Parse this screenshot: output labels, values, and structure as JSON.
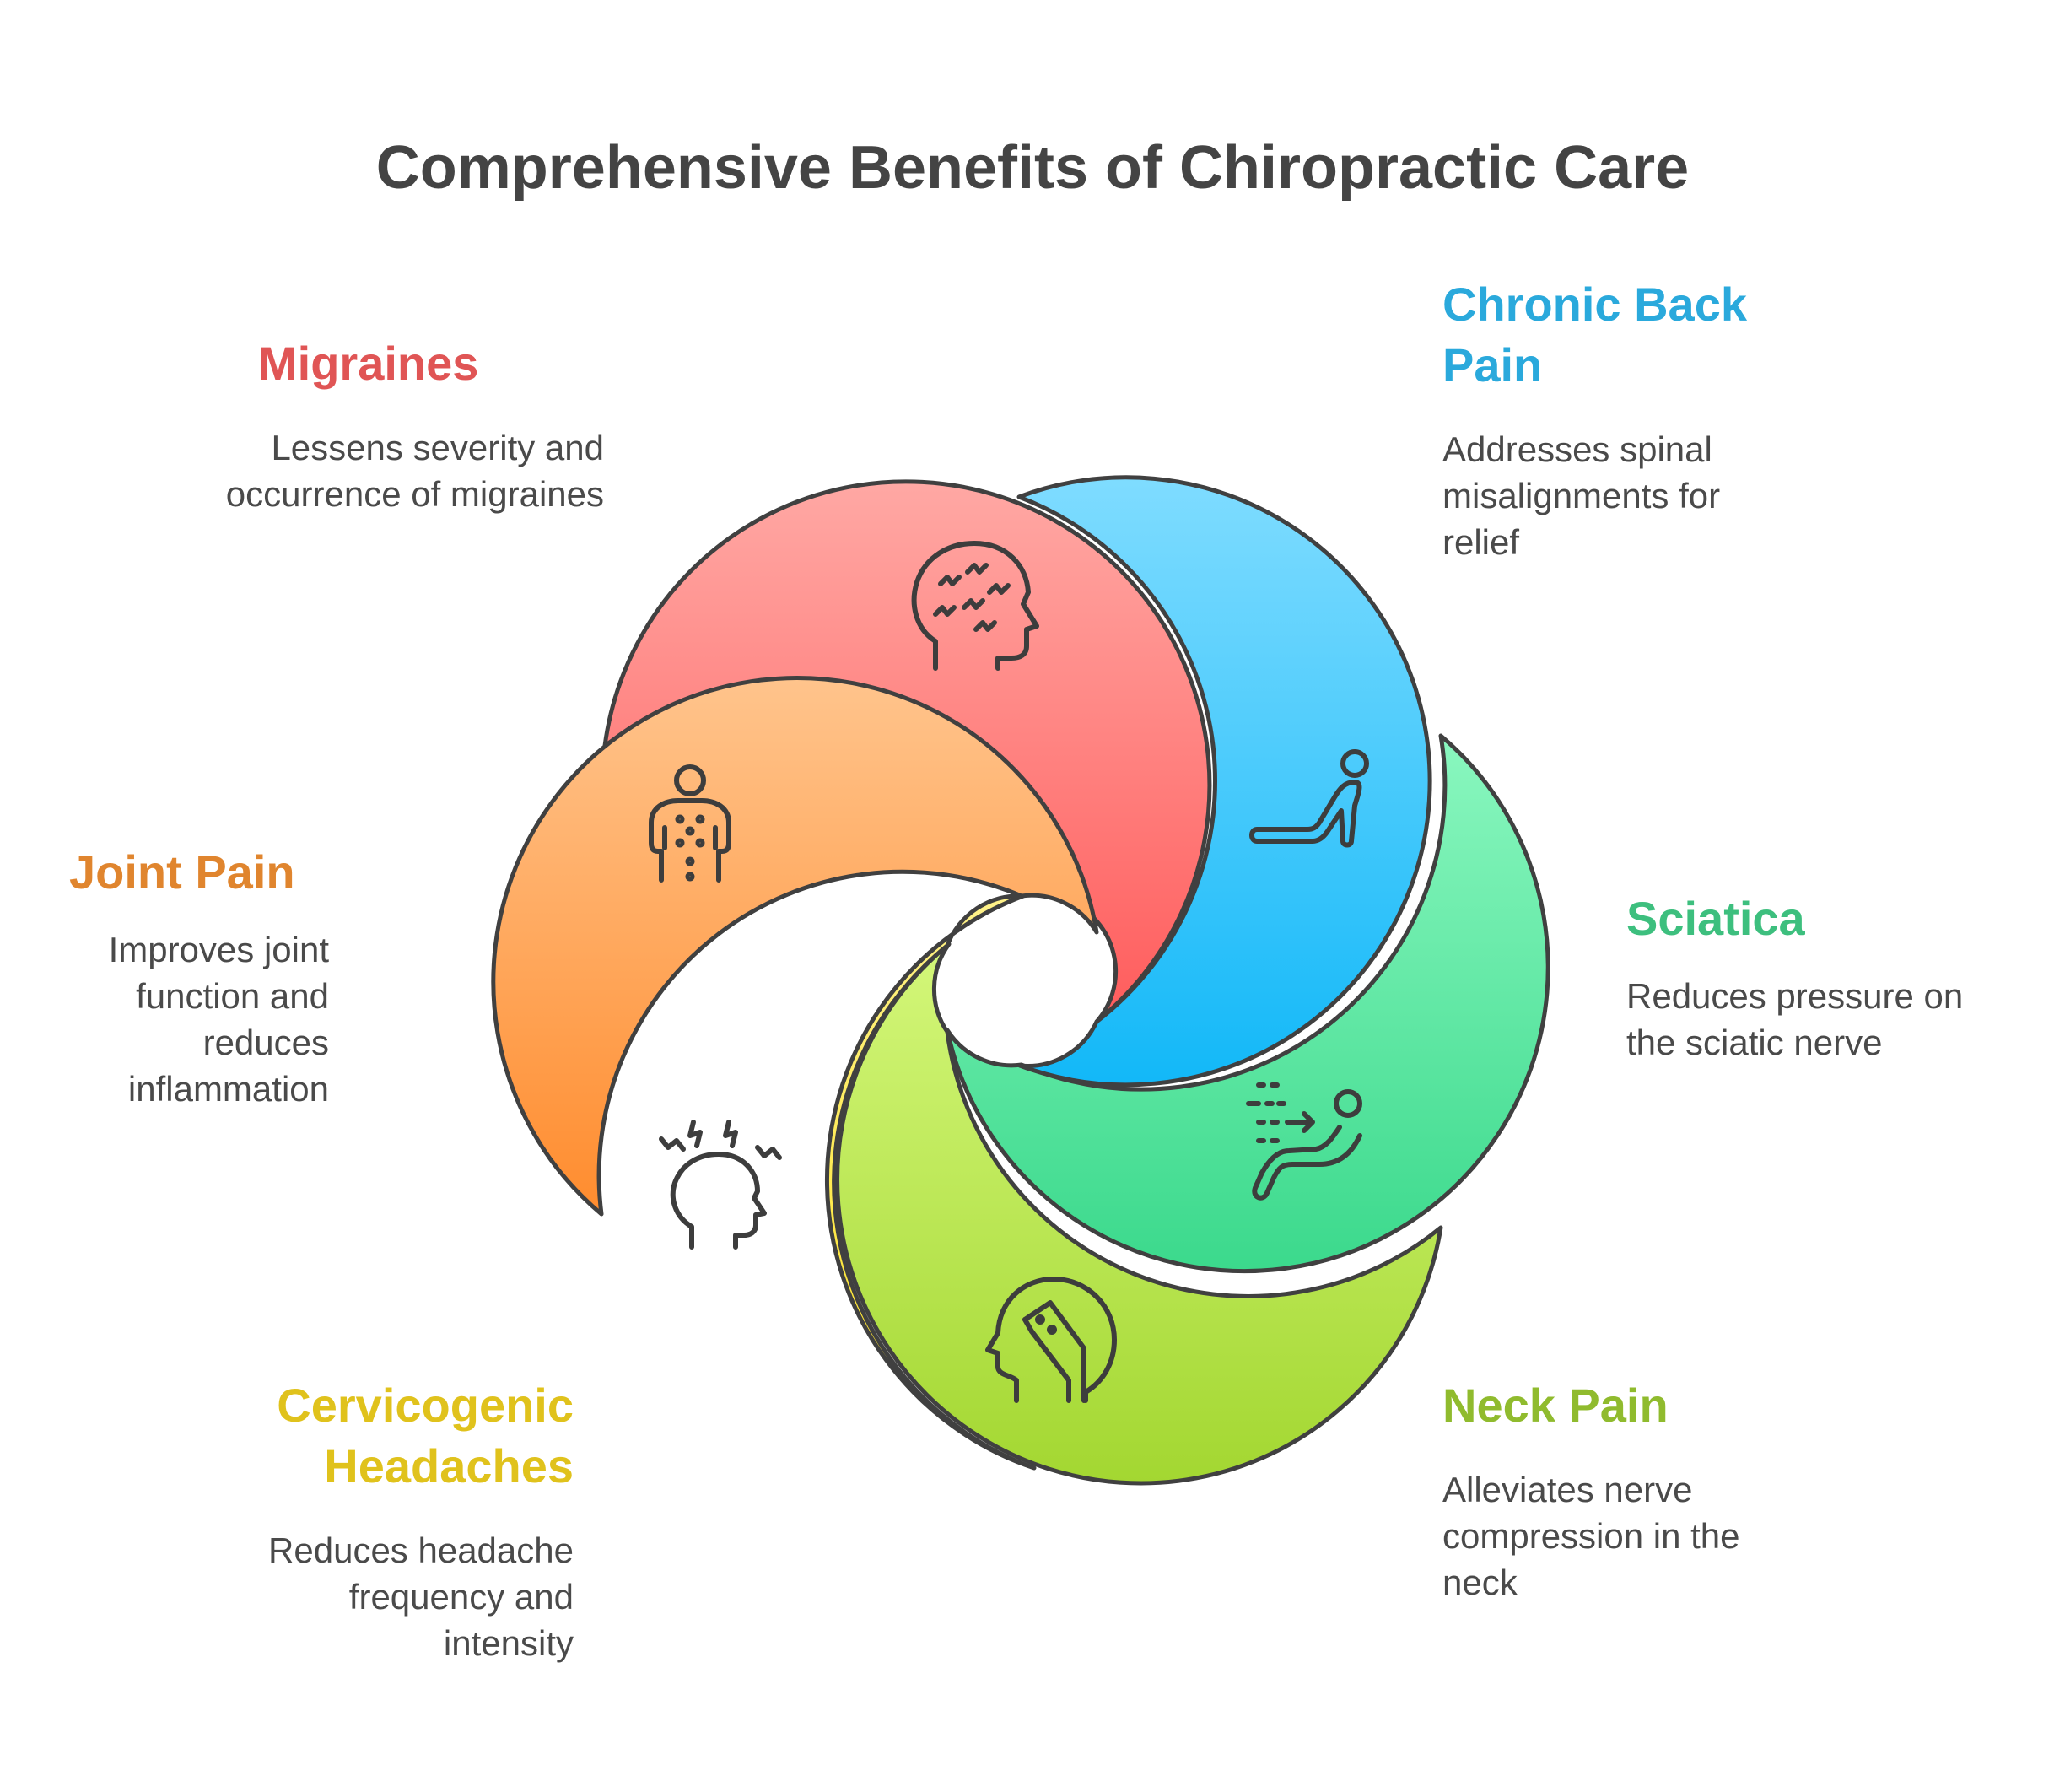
{
  "title": "Comprehensive Benefits of Chiropractic Care",
  "items": [
    {
      "key": "migraines",
      "heading": "Migraines",
      "description": "Lessens severity and occurrence of migraines",
      "color": "#e05555",
      "icon": "headache-brain-icon"
    },
    {
      "key": "chronic_back_pain",
      "heading": "Chronic Back Pain",
      "description": "Addresses spinal misalignments for relief",
      "color": "#2aa9dc",
      "icon": "back-stretch-icon"
    },
    {
      "key": "sciatica",
      "heading": "Sciatica",
      "description": "Reduces pressure on the sciatic nerve",
      "color": "#3dbf7e",
      "icon": "reclined-person-icon"
    },
    {
      "key": "neck_pain",
      "heading": "Neck Pain",
      "description": "Alleviates nerve compression in the neck",
      "color": "#90bb2e",
      "icon": "neck-nerve-icon"
    },
    {
      "key": "cervicogenic_headaches",
      "heading": "Cervicogenic Headaches",
      "description": "Reduces headache frequency and intensity",
      "color": "#e0c21c",
      "icon": "head-pain-icon"
    },
    {
      "key": "joint_pain",
      "heading": "Joint Pain",
      "description": "Improves joint function and reduces inflammation",
      "color": "#e0852e",
      "icon": "body-joints-icon"
    }
  ]
}
